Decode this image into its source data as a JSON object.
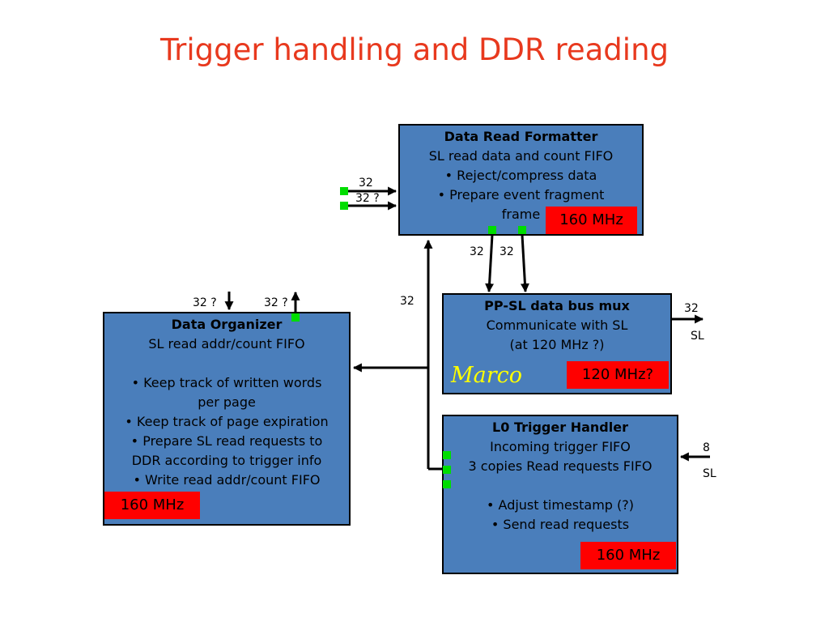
{
  "title": "Trigger handling and DDR reading",
  "colors": {
    "title": "#e8391e",
    "box_fill": "#4a7ebb",
    "freq_fill": "#ff0000",
    "port": "#00dd00",
    "marco": "#ffff00"
  },
  "boxes": {
    "formatter": {
      "heading": "Data Read Formatter",
      "lines": [
        "SL read data and count FIFO",
        "• Reject/compress data",
        "• Prepare event fragment",
        "frame"
      ],
      "freq": "160 MHz"
    },
    "mux": {
      "heading": "PP-SL data bus mux",
      "lines": [
        "Communicate with SL",
        "(at 120 MHz ?)"
      ],
      "freq": "120 MHz?",
      "note": "Marco"
    },
    "organizer": {
      "heading": "Data Organizer",
      "lines": [
        "SL read addr/count FIFO",
        "",
        "• Keep track of written words",
        "per page",
        "• Keep track of page expiration",
        "• Prepare SL read requests to",
        "DDR according to trigger info",
        "• Write read addr/count FIFO"
      ],
      "freq": "160 MHz"
    },
    "trigger": {
      "heading": "L0 Trigger Handler",
      "lines": [
        "Incoming trigger FIFO",
        "3 copies Read requests FIFO",
        "",
        "• Adjust timestamp (?)",
        "• Send read requests"
      ],
      "freq": "160 MHz"
    }
  },
  "labels": {
    "formatter_in_top": "32",
    "formatter_in_bottom": "32 ?",
    "formatter_out_left": "32",
    "formatter_out_right": "32",
    "bus": "32",
    "organizer_in": "32 ?",
    "organizer_out": "32 ?",
    "mux_out": "32",
    "mux_out_sl": "SL",
    "trigger_in": "8",
    "trigger_in_sl": "SL"
  }
}
